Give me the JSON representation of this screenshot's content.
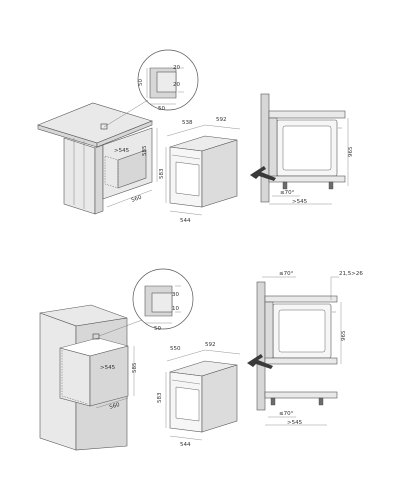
{
  "diagram": {
    "top": {
      "cabinet_depth": "560",
      "opening_height": "585",
      "opening_depth": ">545",
      "detail_width": "50",
      "detail_height": "50",
      "detail_gap_a": "20",
      "detail_gap_b": "20",
      "oven_depth": "538",
      "oven_width": "592",
      "oven_height": "583",
      "oven_lower_width": "544",
      "side_height": "965",
      "side_angle": "≤70°",
      "side_depth": ">545"
    },
    "bottom": {
      "cabinet_depth": "560",
      "opening_height": "585",
      "opening_depth": ">545",
      "detail_width": "50",
      "detail_gap_a": "30",
      "detail_gap_b": "10",
      "oven_depth": "550",
      "oven_width": "592",
      "oven_height": "583",
      "oven_lower_width": "544",
      "side_height": "965",
      "side_top_angle": "≤70°",
      "side_top_gap": "21,5>26",
      "side_angle": "≤70°",
      "side_depth": ">545"
    }
  }
}
